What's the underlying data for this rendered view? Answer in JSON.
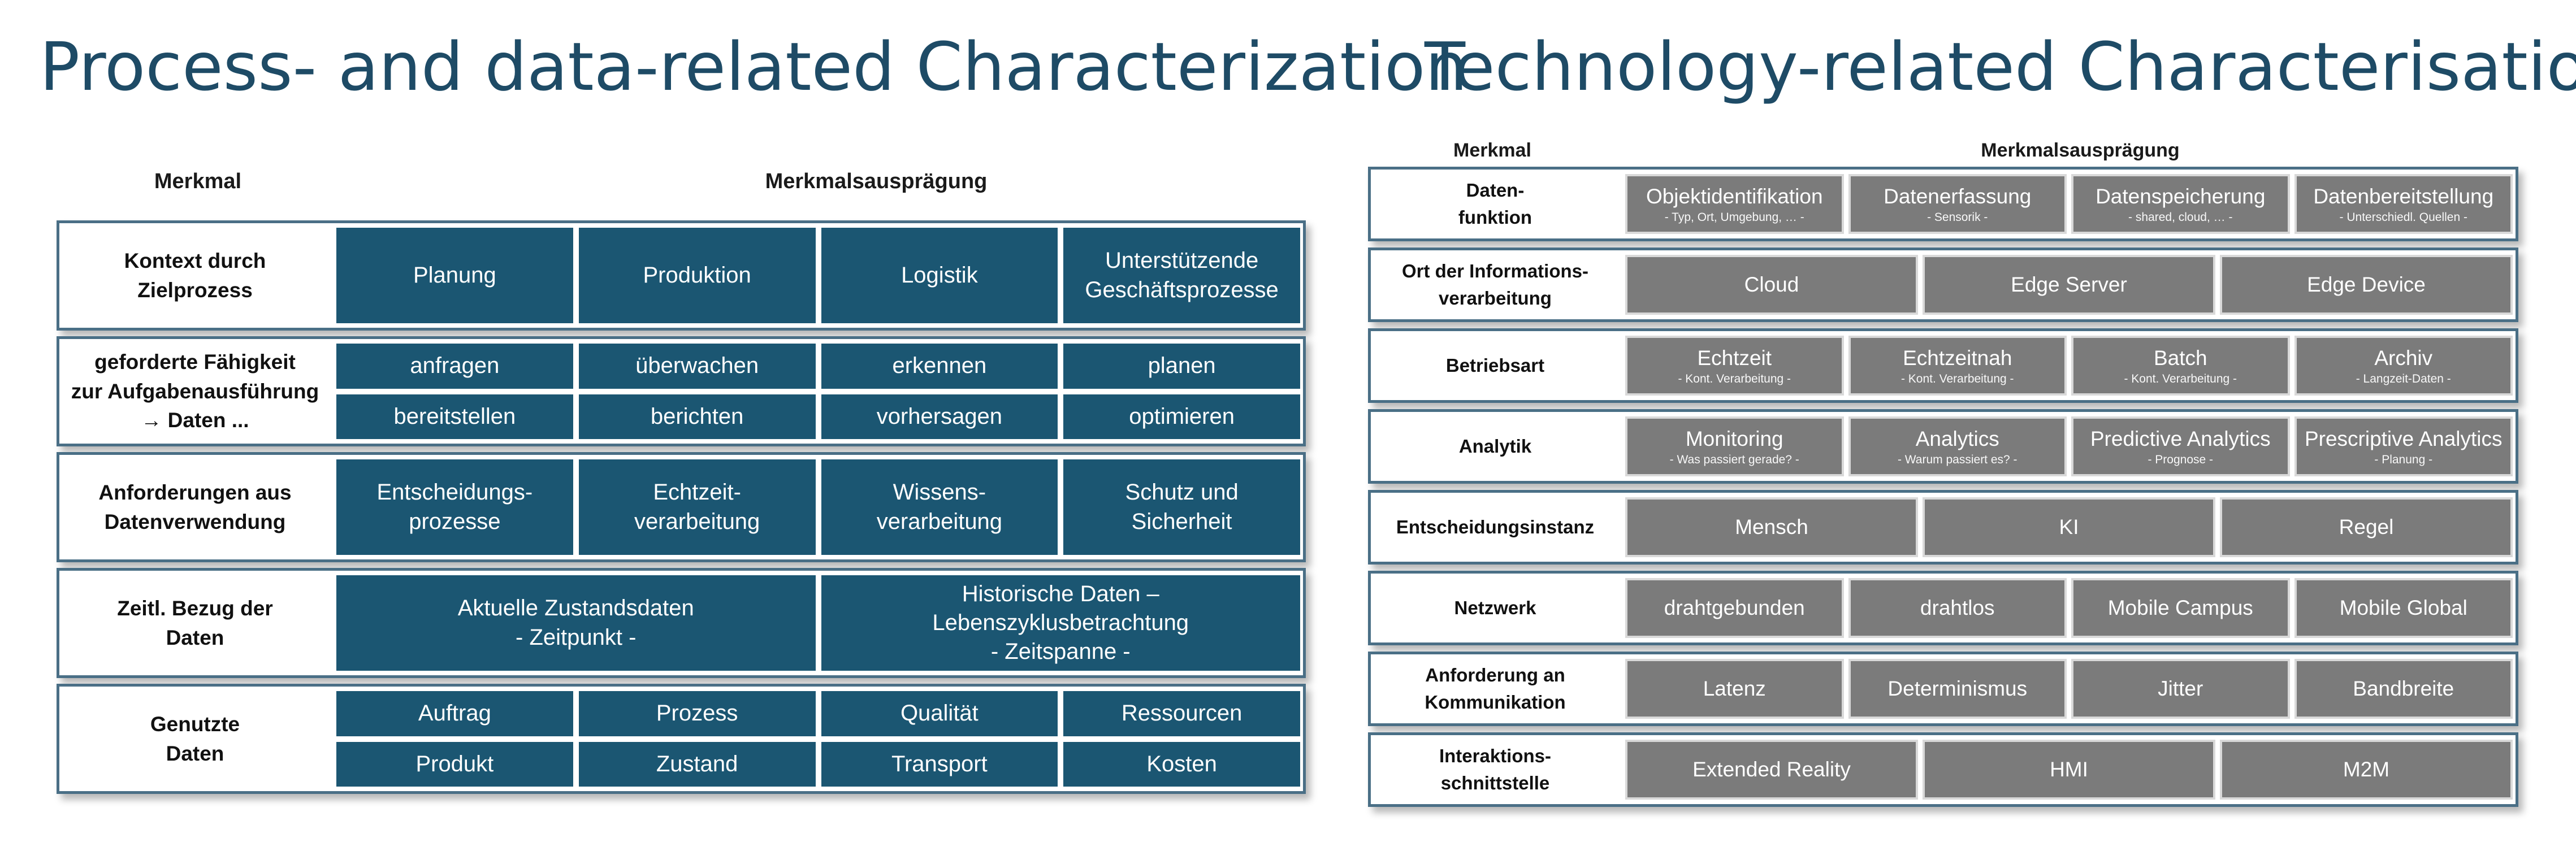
{
  "titles": {
    "left": "Process- and data-related Characterization",
    "right": "Technology-related Characterisation"
  },
  "left_table": {
    "header_feature": "Merkmal",
    "header_values": "Merkmalsausprägung",
    "rows": [
      {
        "label": "Kontext durch\nZielprozess",
        "lines": [
          [
            "Planung",
            "Produktion",
            "Logistik",
            "Unterstützende\nGeschäftsprozesse"
          ]
        ]
      },
      {
        "label": "geforderte Fähigkeit\nzur Aufgabenausführung\n→ Daten ...",
        "lines": [
          [
            "anfragen",
            "überwachen",
            "erkennen",
            "planen"
          ],
          [
            "bereitstellen",
            "berichten",
            "vorhersagen",
            "optimieren"
          ]
        ]
      },
      {
        "label": "Anforderungen aus\nDatenverwendung",
        "lines": [
          [
            "Entscheidungs-\nprozesse",
            "Echtzeit-\nverarbeitung",
            "Wissens-\nverarbeitung",
            "Schutz und\nSicherheit"
          ]
        ]
      },
      {
        "label": "Zeitl. Bezug der\nDaten",
        "lines": [
          [
            "Aktuelle Zustandsdaten\n- Zeitpunkt -",
            "Historische Daten –\nLebenszyklusbetrachtung\n- Zeitspanne -"
          ]
        ]
      },
      {
        "label": "Genutzte\nDaten",
        "lines": [
          [
            "Auftrag",
            "Prozess",
            "Qualität",
            "Ressourcen"
          ],
          [
            "Produkt",
            "Zustand",
            "Transport",
            "Kosten"
          ]
        ]
      }
    ]
  },
  "right_table": {
    "header_feature": "Merkmal",
    "header_values": "Merkmalsausprägung",
    "rows": [
      {
        "label": "Daten-\nfunktion",
        "cells": [
          {
            "text": "Objektidentifikation",
            "sub": "- Typ, Ort, Umgebung, … -"
          },
          {
            "text": "Datenerfassung",
            "sub": "- Sensorik -"
          },
          {
            "text": "Datenspeicherung",
            "sub": "- shared, cloud, … -"
          },
          {
            "text": "Datenbereitstellung",
            "sub": "- Unterschiedl. Quellen -"
          }
        ]
      },
      {
        "label": "Ort der Informations-\nverarbeitung",
        "cells": [
          {
            "text": "Cloud",
            "sub": ""
          },
          {
            "text": "Edge Server",
            "sub": ""
          },
          {
            "text": "Edge Device",
            "sub": ""
          }
        ]
      },
      {
        "label": "Betriebsart",
        "cells": [
          {
            "text": "Echtzeit",
            "sub": "- Kont. Verarbeitung -"
          },
          {
            "text": "Echtzeitnah",
            "sub": "- Kont. Verarbeitung -"
          },
          {
            "text": "Batch",
            "sub": "- Kont. Verarbeitung -"
          },
          {
            "text": "Archiv",
            "sub": "- Langzeit-Daten -"
          }
        ]
      },
      {
        "label": "Analytik",
        "cells": [
          {
            "text": "Monitoring",
            "sub": "- Was passiert gerade? -"
          },
          {
            "text": "Analytics",
            "sub": "- Warum passiert es? -"
          },
          {
            "text": "Predictive Analytics",
            "sub": "- Prognose -"
          },
          {
            "text": "Prescriptive Analytics",
            "sub": "- Planung -"
          }
        ]
      },
      {
        "label": "Entscheidungsinstanz",
        "cells": [
          {
            "text": "Mensch",
            "sub": ""
          },
          {
            "text": "KI",
            "sub": ""
          },
          {
            "text": "Regel",
            "sub": ""
          }
        ]
      },
      {
        "label": "Netzwerk",
        "cells": [
          {
            "text": "drahtgebunden",
            "sub": ""
          },
          {
            "text": "drahtlos",
            "sub": ""
          },
          {
            "text": "Mobile Campus",
            "sub": ""
          },
          {
            "text": "Mobile Global",
            "sub": ""
          }
        ]
      },
      {
        "label": "Anforderung an\nKommunikation",
        "cells": [
          {
            "text": "Latenz",
            "sub": ""
          },
          {
            "text": "Determinismus",
            "sub": ""
          },
          {
            "text": "Jitter",
            "sub": ""
          },
          {
            "text": "Bandbreite",
            "sub": ""
          }
        ]
      },
      {
        "label": "Interaktions-\nschnittstelle",
        "cells": [
          {
            "text": "Extended Reality",
            "sub": ""
          },
          {
            "text": "HMI",
            "sub": ""
          },
          {
            "text": "M2M",
            "sub": ""
          }
        ]
      }
    ]
  }
}
